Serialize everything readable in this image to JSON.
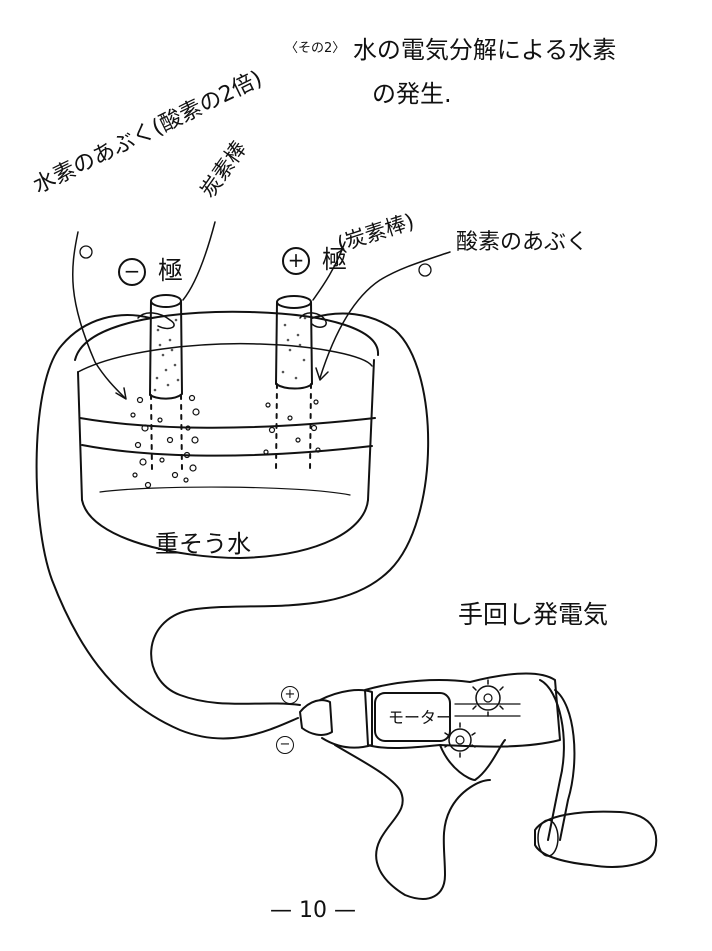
{
  "title": {
    "tag": "〈その2〉",
    "line1": "水の電気分解による水素",
    "line2": "の発生."
  },
  "labels": {
    "hydrogen_bubbles": "水素のあぶく(酸素の2倍)",
    "carbon_rod_left": "炭素棒",
    "carbon_rod_right": "(炭素棒)",
    "oxygen_bubbles": "酸素のあぶく",
    "negative_pole_sign": "−",
    "negative_pole": "極",
    "positive_pole_sign": "+",
    "positive_pole": "極",
    "water": "重そう水",
    "generator": "手回し発電気",
    "motor": "モーター",
    "terminal_plus": "+",
    "terminal_minus": "−"
  },
  "page_number": "— 10 —"
}
